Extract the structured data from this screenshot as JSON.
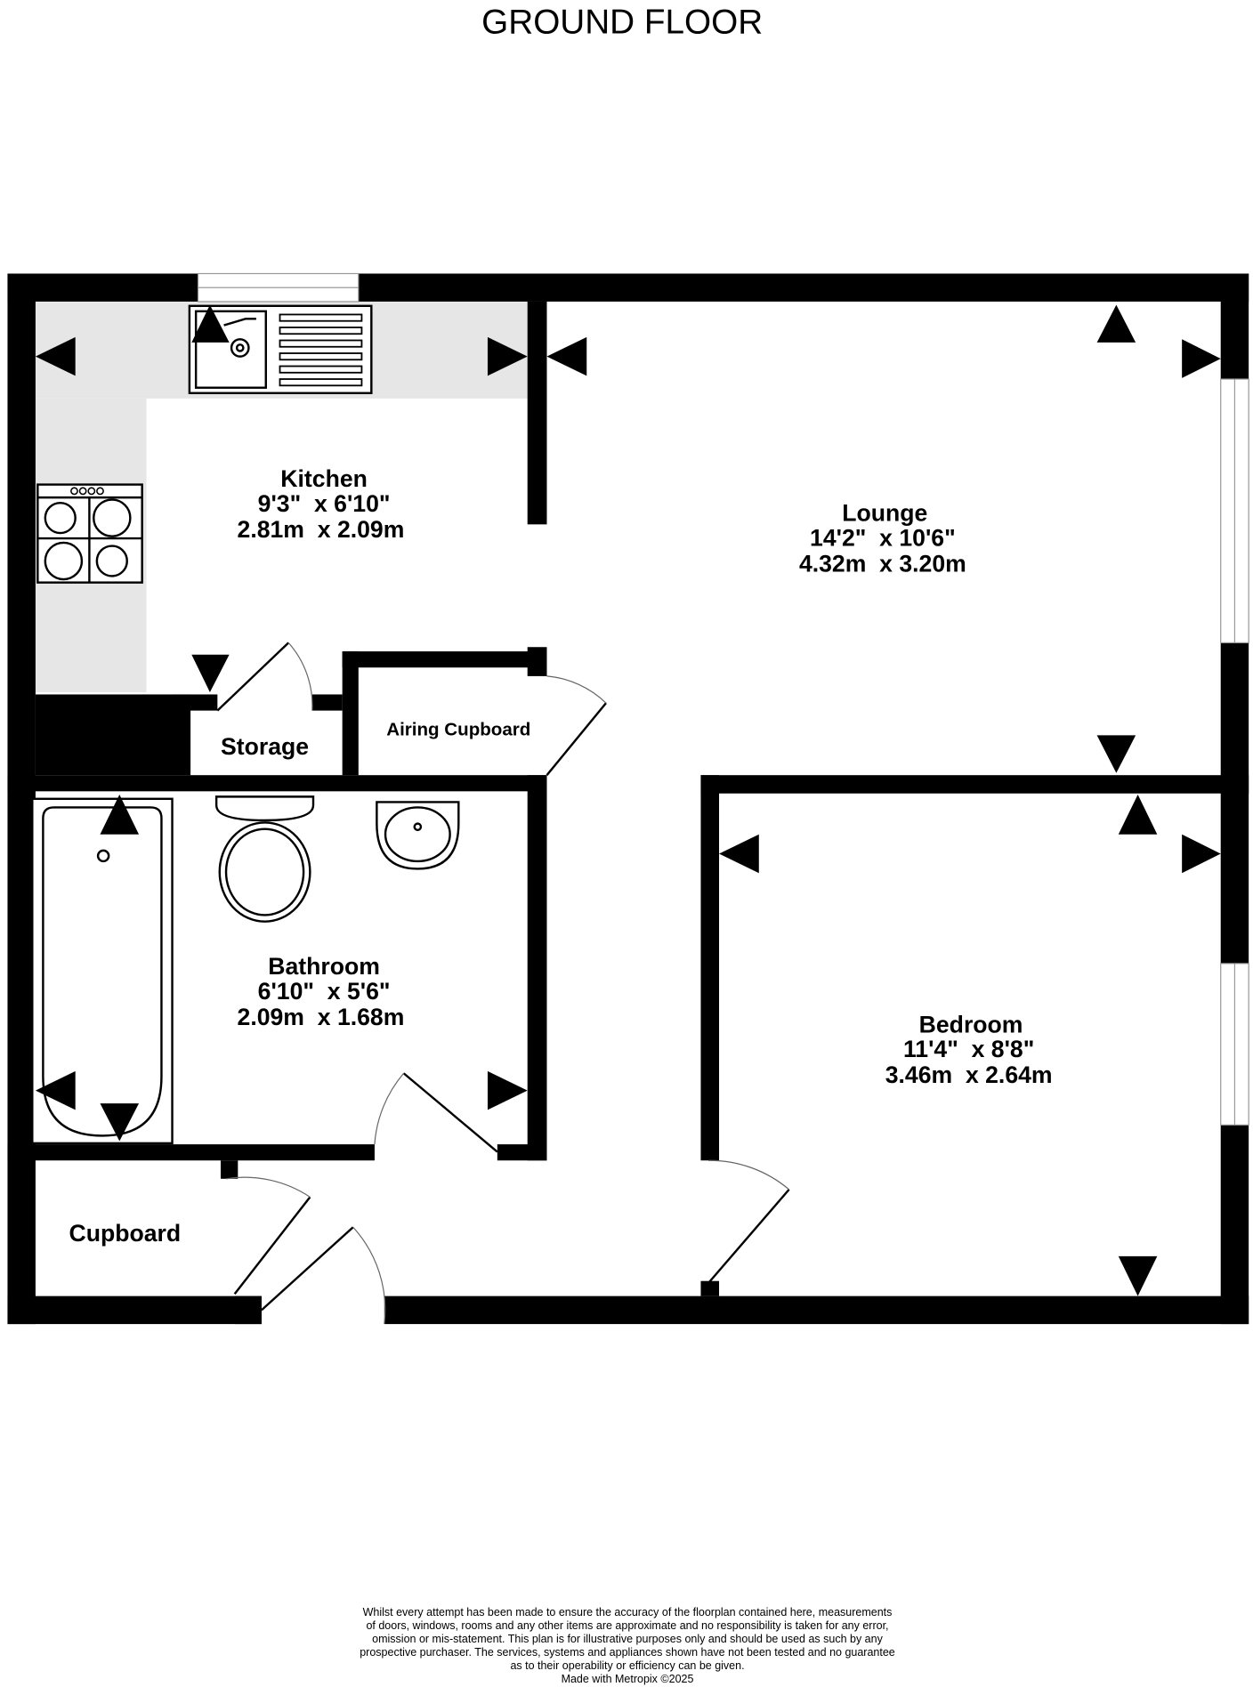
{
  "title": "GROUND FLOOR",
  "rooms": {
    "kitchen": {
      "name": "Kitchen",
      "imperial": "9'3\"  x 6'10\"",
      "metric": "2.81m  x 2.09m"
    },
    "lounge": {
      "name": "Lounge",
      "imperial": "14'2\"  x 10'6\"",
      "metric": "4.32m  x 3.20m"
    },
    "bathroom": {
      "name": "Bathroom",
      "imperial": "6'10\"  x 5'6\"",
      "metric": "2.09m  x 1.68m"
    },
    "bedroom": {
      "name": "Bedroom",
      "imperial": "11'4\"  x 8'8\"",
      "metric": "3.46m  x 2.64m"
    },
    "storage": {
      "name": "Storage"
    },
    "airing": {
      "name": "Airing Cupboard"
    },
    "cupboard": {
      "name": "Cupboard"
    }
  },
  "disclaimer": {
    "lines": [
      "Whilst every attempt has been made to ensure the accuracy of the floorplan contained here, measurements",
      "of doors, windows, rooms and any other items are approximate and no responsibility is taken for any error,",
      "omission or mis-statement. This plan is for illustrative purposes only and should be used as such by any",
      "prospective purchaser. The services, systems and appliances shown have not been tested and no guarantee",
      "as to their operability or efficiency can be given."
    ],
    "credit": "Made with Metropix ©2025"
  },
  "colors": {
    "wall": "#000000",
    "counter": "#e6e6e6",
    "window": "#aaaaaa"
  }
}
